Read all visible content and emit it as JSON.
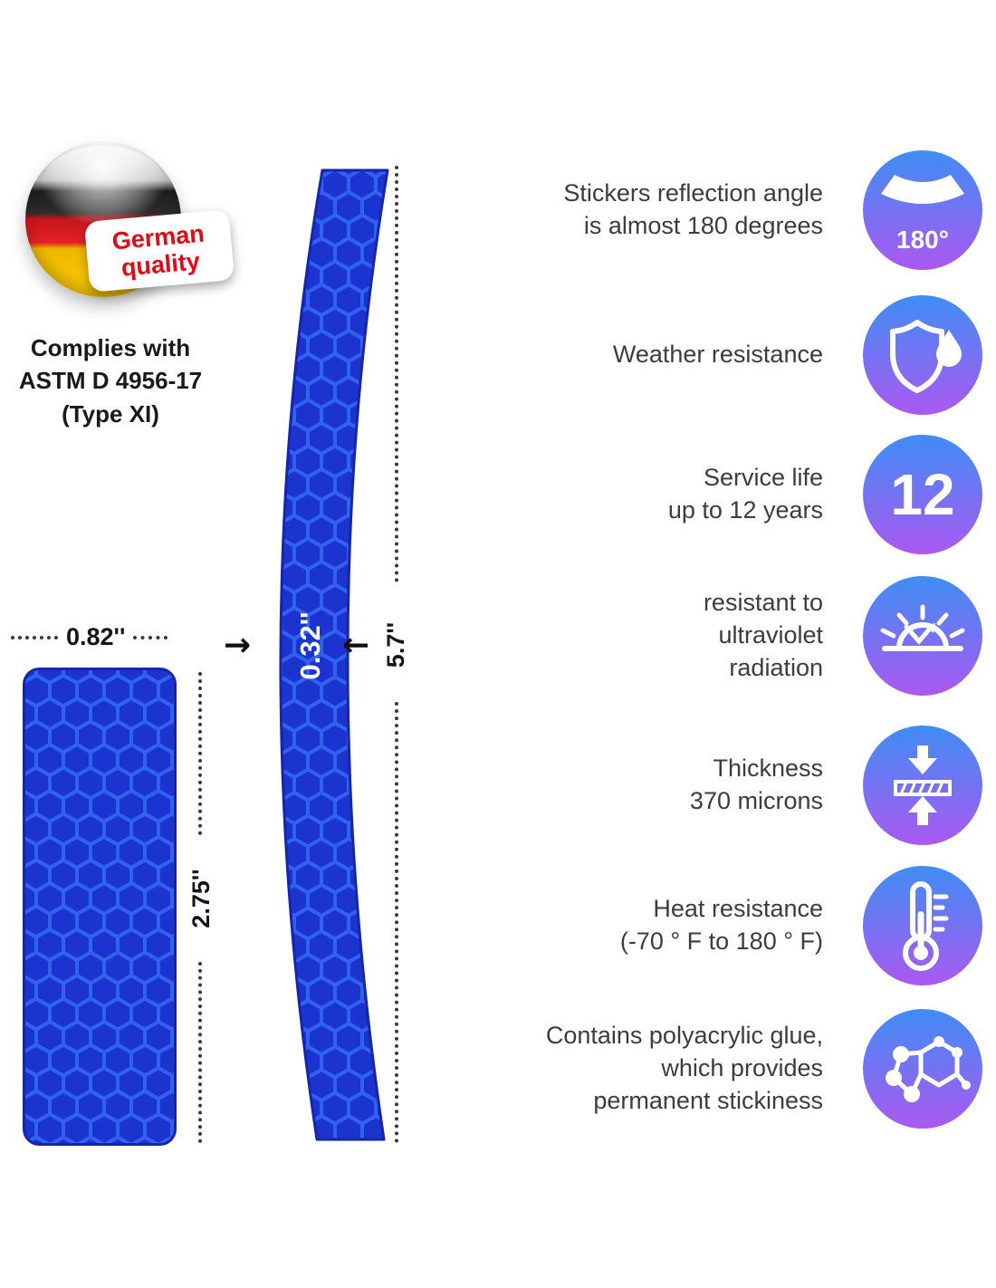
{
  "badge": {
    "label_line1": "German",
    "label_line2": "quality",
    "compliance": "Complies with\nASTM D 4956-17\n(Type XI)"
  },
  "dimensions": {
    "small_width": "0.82''",
    "small_height": "2.75''",
    "strip_width": "0.32''",
    "strip_height": "5.7''",
    "arrow_left": "→",
    "arrow_right": "←"
  },
  "features": [
    {
      "text": "Stickers reflection angle\nis almost 180 degrees",
      "icon": "reflection-angle-icon",
      "icon_label": "180°"
    },
    {
      "text": "Weather resistance",
      "icon": "weather-shield-icon",
      "icon_label": ""
    },
    {
      "text": "Service life\nup to 12 years",
      "icon": "service-life-icon",
      "icon_label": "12"
    },
    {
      "text": "resistant to\nultraviolet\nradiation",
      "icon": "uv-radiation-icon",
      "icon_label": ""
    },
    {
      "text": "Thickness\n370 microns",
      "icon": "thickness-icon",
      "icon_label": ""
    },
    {
      "text": "Heat resistance\n(-70 ° F to 180 ° F)",
      "icon": "thermometer-icon",
      "icon_label": ""
    },
    {
      "text": "Contains polyacrylic glue,\nwhich provides\npermanent stickiness",
      "icon": "molecule-icon",
      "icon_label": ""
    }
  ],
  "colors": {
    "sticker_base": "#1c34cf",
    "sticker_hex_line": "#3161ef",
    "icon_gradient_top": "#3f8df5",
    "icon_gradient_bottom": "#aa58f0",
    "badge_red": "#e30613",
    "flag_black": "#1d1d1d",
    "flag_red": "#e32128",
    "flag_gold": "#ffce00",
    "dimension_text": "#161616",
    "feature_text": "#3c3c3c"
  }
}
